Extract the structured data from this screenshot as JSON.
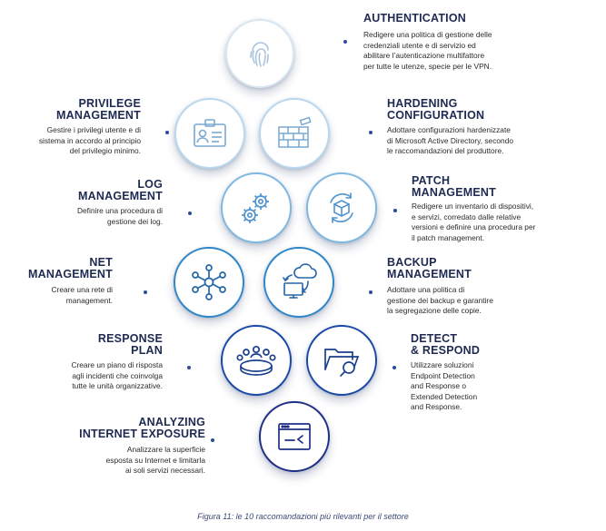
{
  "items": {
    "authentication": {
      "title": [
        "AUTHENTICATION"
      ],
      "desc": [
        "Redigere una politica di gestione delle",
        "credenziali utente e di servizio ed",
        "abilitare l’autenticazione multifattore",
        "per tutte le utenze, specie per le VPN."
      ],
      "icon": "fingerprint-icon"
    },
    "privilege": {
      "title": [
        "PRIVILEGE",
        "MANAGEMENT"
      ],
      "desc": [
        "Gestire i privilegi utente e di",
        "sistema in accordo al principio",
        "del privilegio minimo."
      ],
      "icon": "id-badge-icon"
    },
    "hardening": {
      "title": [
        "HARDENING",
        "CONFIGURATION"
      ],
      "desc": [
        "Adottare configurazioni hardenizzate",
        "di Microsoft Active Directory, secondo",
        "le raccomandazioni del produttore."
      ],
      "icon": "brick-wall-icon"
    },
    "log": {
      "title": [
        "LOG",
        "MANAGEMENT"
      ],
      "desc": [
        "Definire una procedura di",
        "gestione dei log."
      ],
      "icon": "gears-icon"
    },
    "patch": {
      "title": [
        "PATCH",
        "MANAGEMENT"
      ],
      "desc": [
        "Redigere un inventario di dispositivi,",
        "e servizi, corredato dalle relative",
        "versioni e definire una procedura per",
        "il patch management."
      ],
      "icon": "package-update-icon"
    },
    "net": {
      "title": [
        "NET",
        "MANAGEMENT"
      ],
      "desc": [
        "Creare una rete di",
        "management."
      ],
      "icon": "network-hub-icon"
    },
    "backup": {
      "title": [
        "BACKUP",
        "MANAGEMENT"
      ],
      "desc": [
        "Adottare una politica di",
        "gestione dei backup e garantire",
        "la segregazione delle copie."
      ],
      "icon": "cloud-backup-icon"
    },
    "response": {
      "title": [
        "RESPONSE",
        "PLAN"
      ],
      "desc": [
        "Creare un piano di risposta",
        "agli incidenti che coinvolga",
        "tutte le unità organizzative."
      ],
      "icon": "meeting-table-icon"
    },
    "detect": {
      "title": [
        "DETECT",
        "& RESPOND"
      ],
      "desc": [
        "Utilizzare soluzioni",
        "Endpoint Detection",
        "and Response o",
        "Extended Detection",
        "and Response."
      ],
      "icon": "folder-search-icon"
    },
    "exposure": {
      "title": [
        "ANALYZING",
        "INTERNET EXPOSURE"
      ],
      "desc": [
        "Analizzare la superficie",
        "esposta su Internet e limitarla",
        "ai soli servizi necessari."
      ],
      "icon": "terminal-window-icon"
    }
  },
  "caption": "Figura 11: le 10 raccomandazioni più rilevanti per il settore",
  "colors": {
    "row1_ring": "#d8e6f2",
    "row2_ring": "#b9d8ee",
    "row3_ring": "#7fb8e0",
    "row4_ring": "#2f86c8",
    "row5_ring": "#1a4aa6",
    "row6_ring": "#1f2f86",
    "title": "#1e2a52",
    "text": "#2b2b2b"
  }
}
